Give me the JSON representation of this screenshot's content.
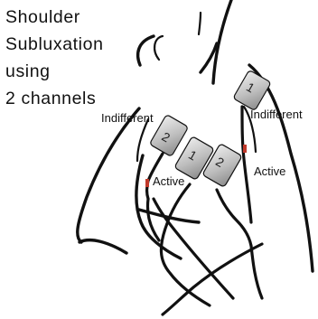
{
  "title_lines": [
    "Shoulder",
    "Subluxation",
    "using",
    "2 channels"
  ],
  "labels": {
    "indifferent_left": "Indifferent",
    "indifferent_right": "Indifferent",
    "active_left": "Active",
    "active_right": "Active"
  },
  "electrodes": [
    {
      "number": "1",
      "role": "Indifferent"
    },
    {
      "number": "2",
      "role": "Indifferent"
    },
    {
      "number": "1",
      "role": "Active"
    },
    {
      "number": "2",
      "role": "Active"
    }
  ],
  "colors": {
    "line": "#111111",
    "pad_light": "#e4e4e4",
    "pad_dark": "#8e8e8e",
    "connector": "#c0392b"
  }
}
